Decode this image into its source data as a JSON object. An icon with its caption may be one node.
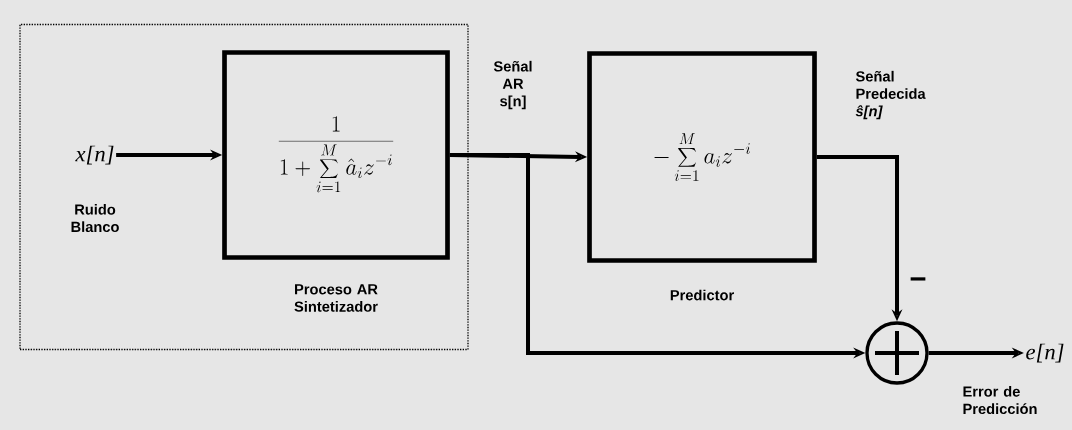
{
  "diagram": {
    "nodes": [
      {
        "text": [],
        "shape": "box"
      },
      {
        "text": [
          "x[n]"
        ],
        "beside": [
          "Ruido Blanco"
        ],
        "in": 0
      },
      {
        "text": [
          "\\frac{1}{1+\\displaystyle\\sum_{i=1}^{M}\\hat{a}_{i} z^{-i}}"
        ],
        "beside": [
          "Proceso AR Sintetizador"
        ],
        "in": 0
      },
      {
        "text": [
          "-\\sum_{i=1}^{M} a_{i} z^{-i}"
        ],
        "beside": [
          "Predictor"
        ]
      },
      {
        "text": [],
        "shape": "circle"
      },
      {
        "text": [
          "e[n]"
        ],
        "beside": [
          "Error de Predicción"
        ]
      }
    ],
    "edges": [
      {
        "from": 1,
        "to": 2,
        "arrow": "to"
      },
      {
        "from": 2,
        "to": 3,
        "arrow": "to",
        "label": "Señal AR s[n]"
      },
      {
        "from": 2,
        "to": 4,
        "arrow": "to"
      },
      {
        "from": 3,
        "to": 4,
        "arrow": "to",
        "label": "Señal Predecida *ŝ[n]*"
      },
      {
        "from": 4,
        "to": 5,
        "arrow": "to"
      }
    ],
    "labels": [
      "−"
    ]
  }
}
